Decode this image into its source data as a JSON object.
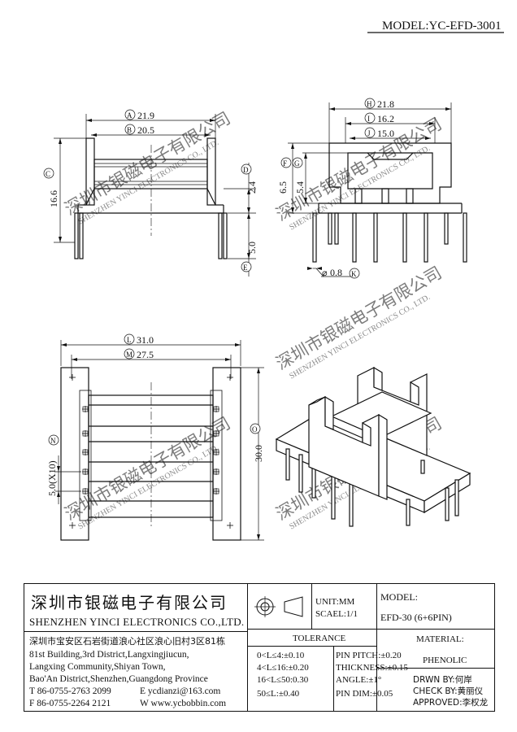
{
  "model_label": "MODEL:YC-EFD-3001",
  "dims": {
    "A": "21.9",
    "B": "20.5",
    "C": "16.6",
    "D": "2.4",
    "E": "5.0",
    "F": "6.5",
    "G": "5.4",
    "H": "21.8",
    "I": "16.2",
    "J": "15.0",
    "K": "0.8",
    "K_prefix": "⌀",
    "L": "31.0",
    "M": "27.5",
    "N": "5.0(X10)",
    "O": "30.0"
  },
  "watermark": {
    "cn": "深圳市银磁电子有限公司",
    "en": "SHENZHEN YINCI ELECTRONICS CO., LTD."
  },
  "title_block": {
    "company_cn": "深圳市银磁电子有限公司",
    "company_en": "SHENZHEN YINCI ELECTRONICS CO.,LTD.",
    "address_lines": [
      "深圳市宝安区石岩街道浪心社区浪心旧村3区81栋",
      "81st Building,3rd District,Langxingjiucun,",
      "Langxing Community,Shiyan Town,",
      "Bao'An District,Shenzhen,Guangdong Province"
    ],
    "tel": "T 86-0755-2763 2099",
    "email": "E ycdianzi@163.com",
    "fax": "F 86-0755-2264 2121",
    "web": "W www.ycbobbin.com",
    "unit": "UNIT:MM",
    "scale": "SCAEL:1/1",
    "model_label": "MODEL:",
    "model_value": "EFD-30 (6+6PIN)",
    "tolerance_title": "TOLERANCE",
    "tolerance": [
      "0<L≤4:±0.10",
      "4<L≤16:±0.20",
      "16<L≤50:0.30",
      "50≤L:±0.40"
    ],
    "pin_specs": [
      "PIN PITCH:±0.20",
      "THICKNESS:±0.15",
      "ANGLE:±1°",
      "PIN DIM:±0.05"
    ],
    "material_label": "MATERIAL:",
    "material_value": "PHENOLIC",
    "drawn_by": "DRWN BY:何岸",
    "checked_by": "CHECK BY:黄丽仪",
    "approved_by": "APPROVED:李权龙"
  }
}
